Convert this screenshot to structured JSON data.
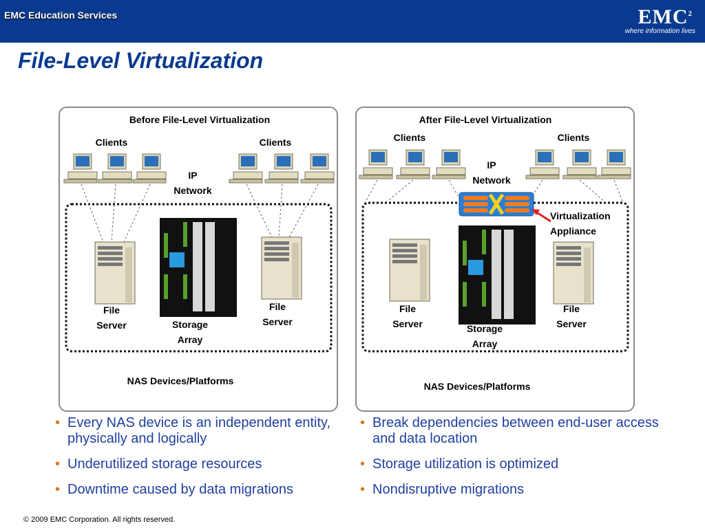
{
  "header": {
    "left_logo": "EMC Education Services",
    "brand": "EMC",
    "brand_sup": "2",
    "tagline": "where information lives"
  },
  "title": "File-Level Virtualization",
  "before": {
    "heading": "Before File-Level Virtualization",
    "clients_left": "Clients",
    "clients_right": "Clients",
    "network_line1": "IP",
    "network_line2": "Network",
    "file_server_left": [
      "File",
      "Server"
    ],
    "storage_array": [
      "Storage",
      "Array"
    ],
    "file_server_right": [
      "File",
      "Server"
    ],
    "nas_label": "NAS Devices/Platforms"
  },
  "after": {
    "heading": "After File-Level Virtualization",
    "clients_left": "Clients",
    "clients_right": "Clients",
    "network_line1": "IP",
    "network_line2": "Network",
    "appliance": [
      "Virtualization",
      "Appliance"
    ],
    "file_server_left": [
      "File",
      "Server"
    ],
    "storage_array": [
      "Storage",
      "Array"
    ],
    "file_server_right": [
      "File",
      "Server"
    ],
    "nas_label": "NAS Devices/Platforms"
  },
  "bullets_left": [
    "Every NAS device is an independent entity, physically and logically",
    "Underutilized storage resources",
    "Downtime caused by data migrations"
  ],
  "bullets_right": [
    "Break dependencies between end-user access and data location",
    "Storage utilization is optimized",
    "Nondisruptive migrations"
  ],
  "footer": "© 2009 EMC Corporation. All rights reserved.",
  "colors": {
    "header_bg": "#0a3a8f",
    "title": "#0a3a8f",
    "bullet_text": "#1f3fa0",
    "bullet_dot": "#d77a1a",
    "appliance_fill": "#2a7fd4",
    "appliance_accent": "#f5a11c",
    "arrow": "#e02020"
  }
}
